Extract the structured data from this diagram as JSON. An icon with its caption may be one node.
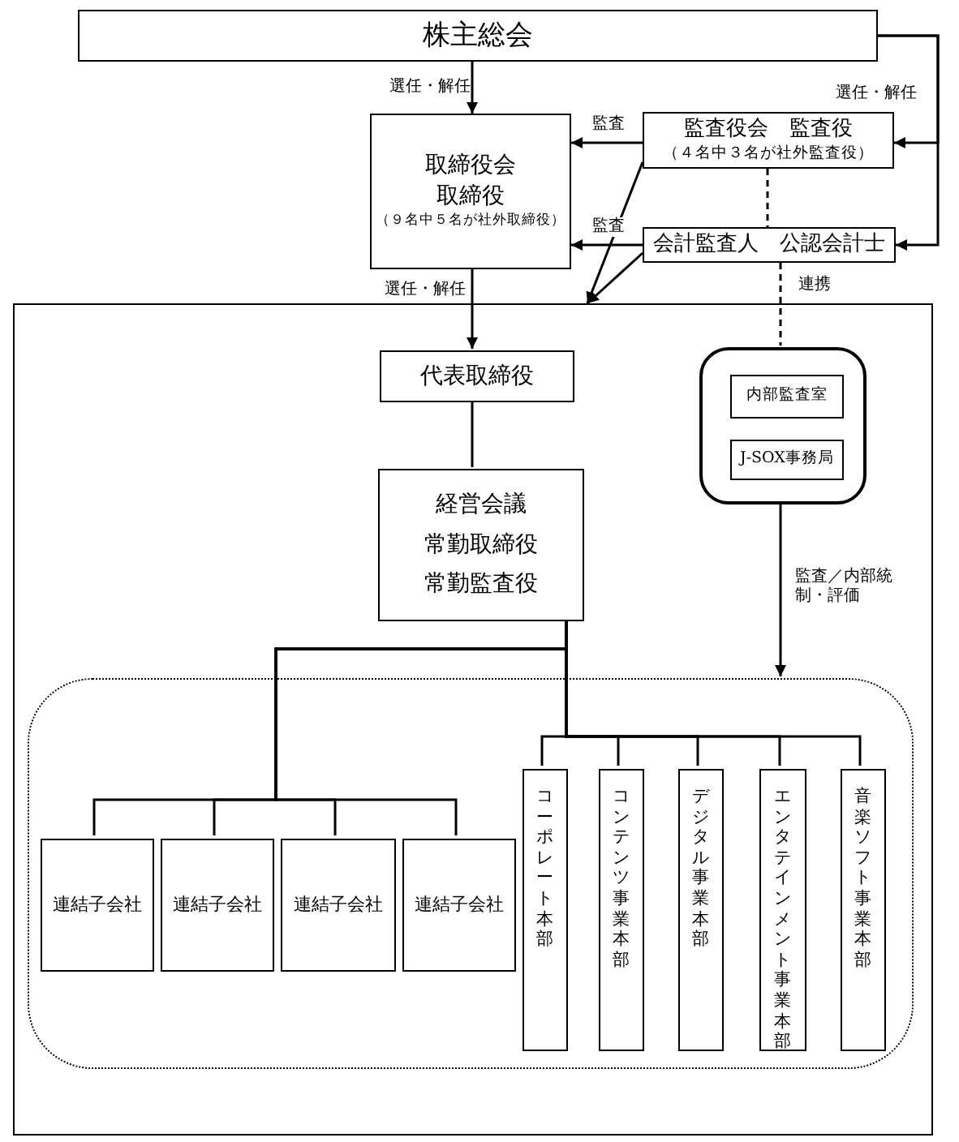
{
  "diagram": {
    "nodes": [
      {
        "text": [
          "株主総会"
        ]
      },
      {
        "text": [
          "取締役会",
          "取締役",
          "（９名中５名が社外取締役）"
        ]
      },
      {
        "text": [
          "監査役会　監査役",
          "（４名中３名が社外監査役）"
        ]
      },
      {
        "text": [
          "会計監査人　公認会計士"
        ]
      },
      {
        "text": [],
        "shape": "box"
      },
      {
        "text": [
          "代表取締役"
        ],
        "in": 4
      },
      {
        "text": [
          "経営会議",
          "常勤取締役",
          "常勤監査役"
        ],
        "in": 4
      },
      {
        "text": [],
        "shape": "box",
        "in": 4
      },
      {
        "text": [
          "内部監査室"
        ],
        "in": 7
      },
      {
        "text": [
          "J-SOX事務局"
        ],
        "in": 7
      },
      {
        "text": [],
        "shape": "box",
        "in": 4
      },
      {
        "text": [
          "連結子会社"
        ],
        "in": 10
      },
      {
        "text": [
          "連結子会社"
        ],
        "in": 10
      },
      {
        "text": [
          "連結子会社"
        ],
        "in": 10
      },
      {
        "text": [
          "連結子会社"
        ],
        "in": 10
      },
      {
        "text": [
          "コーポレート本部"
        ],
        "in": 10
      },
      {
        "text": [
          "コンテンツ事業本部"
        ],
        "in": 10
      },
      {
        "text": [
          "デジタル事業本部"
        ],
        "in": 10
      },
      {
        "text": [
          "エンタテインメント事業本部"
        ],
        "in": 10
      },
      {
        "text": [
          "音楽ソフト事業本部"
        ],
        "in": 10
      }
    ],
    "edges": [
      {
        "from": 0,
        "to": 1,
        "arrow": "to",
        "label": "選任・解任"
      },
      {
        "from": 0,
        "to": 2,
        "arrow": "to",
        "label": "選任・解任"
      },
      {
        "from": 0,
        "to": 3,
        "arrow": "to"
      },
      {
        "from": 2,
        "to": 1,
        "arrow": "to",
        "label": "監査"
      },
      {
        "from": 3,
        "to": 1,
        "arrow": "to",
        "label": "監査"
      },
      {
        "from": 2,
        "to": 4,
        "arrow": "to"
      },
      {
        "from": 3,
        "to": 4,
        "arrow": "to"
      },
      {
        "from": 1,
        "to": 5,
        "arrow": "to",
        "label": "選任・解任"
      },
      {
        "from": 2,
        "to": 3,
        "arrow": "none",
        "style": "dashed"
      },
      {
        "from": 3,
        "to": 7,
        "arrow": "none",
        "style": "dashed",
        "label": "連携"
      },
      {
        "from": 5,
        "to": 6,
        "arrow": "none"
      },
      {
        "from": 7,
        "to": 10,
        "arrow": "to",
        "label": "監査／内部統制・評価"
      },
      {
        "from": 6,
        "to": 11,
        "arrow": "none"
      },
      {
        "from": 6,
        "to": 12,
        "arrow": "none"
      },
      {
        "from": 6,
        "to": 13,
        "arrow": "none"
      },
      {
        "from": 6,
        "to": 14,
        "arrow": "none"
      },
      {
        "from": 6,
        "to": 15,
        "arrow": "none"
      },
      {
        "from": 6,
        "to": 16,
        "arrow": "none"
      },
      {
        "from": 6,
        "to": 17,
        "arrow": "none"
      },
      {
        "from": 6,
        "to": 18,
        "arrow": "none"
      },
      {
        "from": 6,
        "to": 19,
        "arrow": "none"
      }
    ]
  }
}
